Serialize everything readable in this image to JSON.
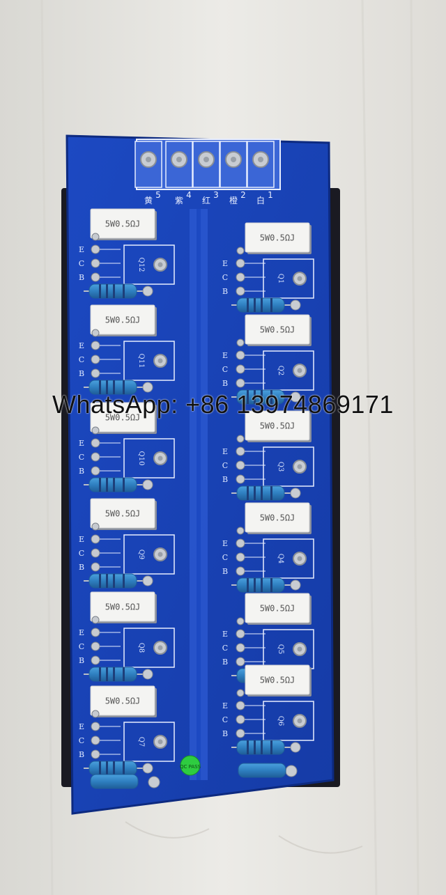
{
  "photo": {
    "subject": "blue PCB with power transistors and resistors",
    "colors": {
      "background": "#e7e6e2",
      "board": "#1a44b8",
      "board_edge": "#0d2a80",
      "trace": "#2a57cf",
      "resistor_body": "#f4f4f2",
      "wire_resistor": "#3d8fcf",
      "green_sticker": "#2ecc40"
    }
  },
  "board": {
    "connector_labels": [
      "5",
      "4",
      "3",
      "2",
      "1"
    ],
    "silk_chars": [
      "黄",
      "紫",
      "红",
      "橙",
      "白"
    ],
    "pin_letters": [
      "E",
      "C",
      "B"
    ],
    "resistor_label": "5W0.5ΩJ",
    "left_transistors": [
      "Q12",
      "Q11",
      "Q10",
      "Q9",
      "Q8",
      "Q7"
    ],
    "right_transistors": [
      "Q1",
      "Q2",
      "Q3",
      "Q4",
      "Q5",
      "Q6"
    ],
    "sticker_text": "QC PASS"
  },
  "watermark": {
    "text": "WhatsApp: +86 13974869171"
  }
}
